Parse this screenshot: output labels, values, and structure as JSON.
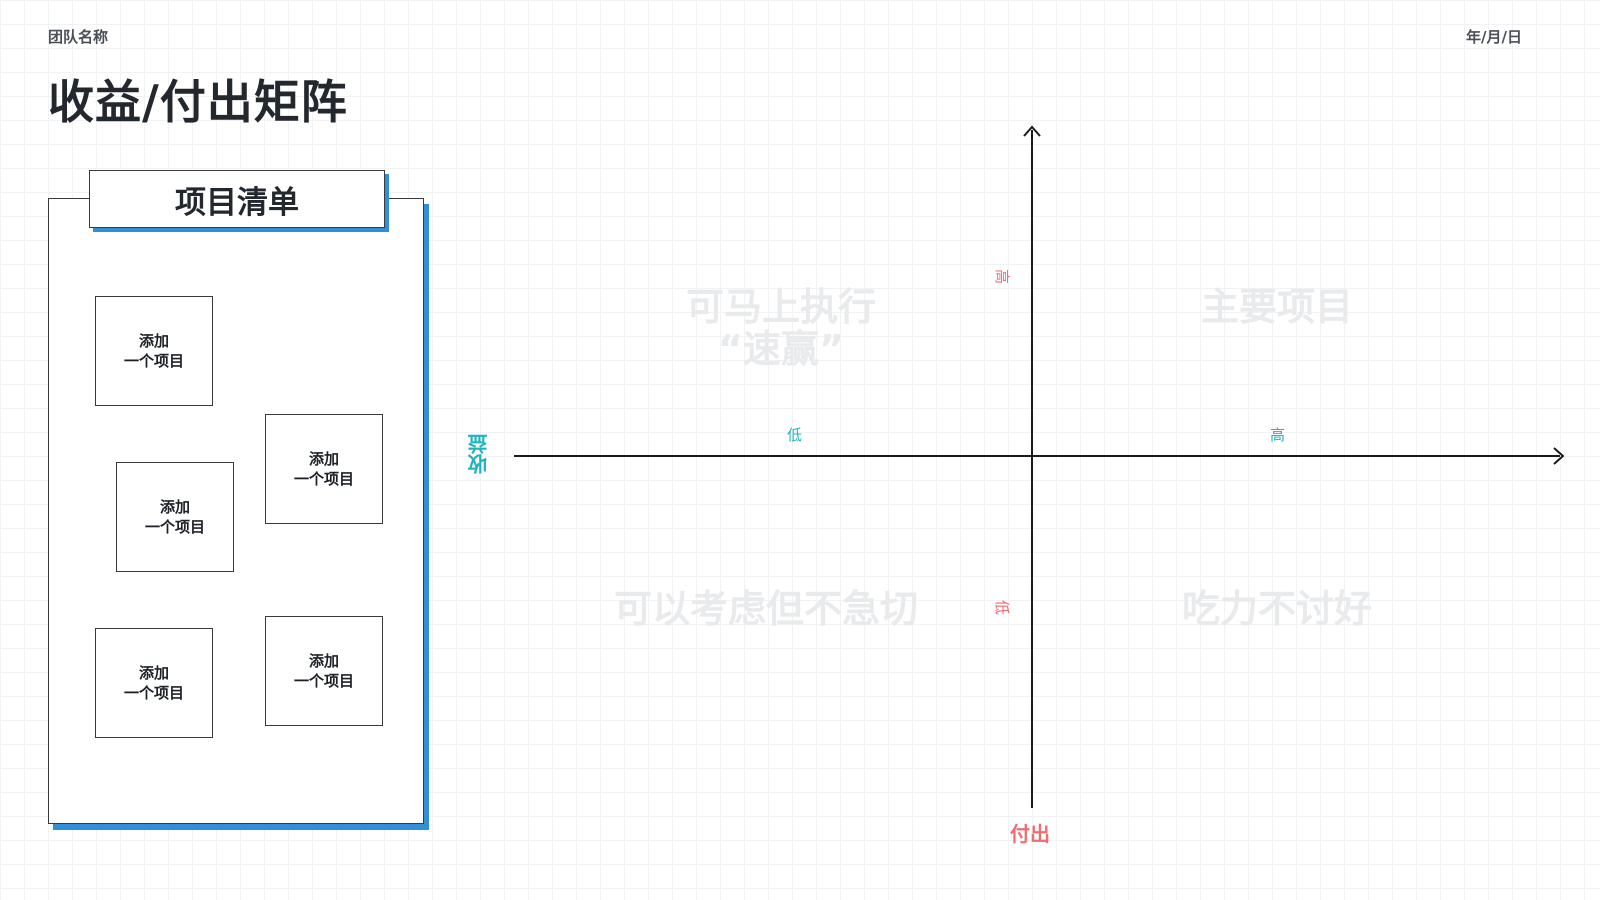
{
  "header": {
    "team_name": "团队名称",
    "date": "年/月/日",
    "title": "收益/付出矩阵"
  },
  "project_list": {
    "title": "项目清单",
    "items": [
      {
        "line1": "添加",
        "line2": "一个项目"
      },
      {
        "line1": "添加",
        "line2": "一个项目"
      },
      {
        "line1": "添加",
        "line2": "一个项目"
      },
      {
        "line1": "添加",
        "line2": "一个项目"
      },
      {
        "line1": "添加",
        "line2": "一个项目"
      }
    ]
  },
  "matrix": {
    "x_axis_title": "收益",
    "y_axis_title": "付出",
    "x_low": "低",
    "x_high": "高",
    "y_high": "高",
    "y_low": "低",
    "quadrants": {
      "top_left_line1": "可马上执行",
      "top_left_line2": "“速赢”",
      "top_right": "主要项目",
      "bottom_left": "可以考虑但不急切",
      "bottom_right": "吃力不讨好"
    }
  },
  "colors": {
    "accent_blue": "#2f8fd8",
    "benefit_cyan": "#1fb5c0",
    "effort_red": "#ee6d73"
  }
}
